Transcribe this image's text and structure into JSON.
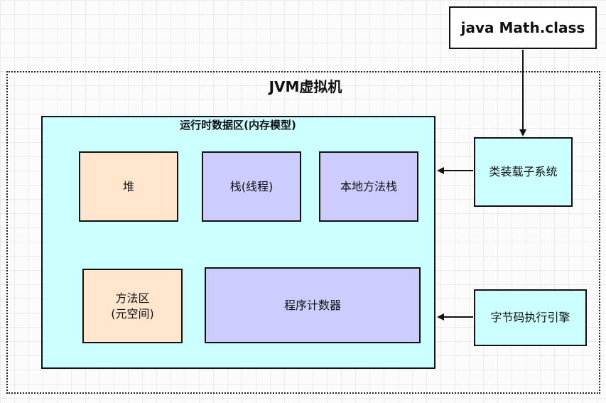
{
  "top_input": {
    "label": "java Math.class"
  },
  "jvm": {
    "title": "JVM虚拟机"
  },
  "runtime_area": {
    "title": "运行时数据区(内存模型)",
    "heap": "堆",
    "stack": "栈(线程)",
    "native_stack": "本地方法栈",
    "method_area": {
      "line1": "方法区",
      "line2": "(元空间)"
    },
    "pc_register": "程序计数器"
  },
  "subsystems": {
    "class_loader": "类装载子系统",
    "execution_engine": "字节码执行引擎"
  },
  "colors": {
    "runtime_fill": "#ccffff",
    "shared_fill": "#ffe6cc",
    "thread_fill": "#ccccff",
    "border": "#111111"
  }
}
